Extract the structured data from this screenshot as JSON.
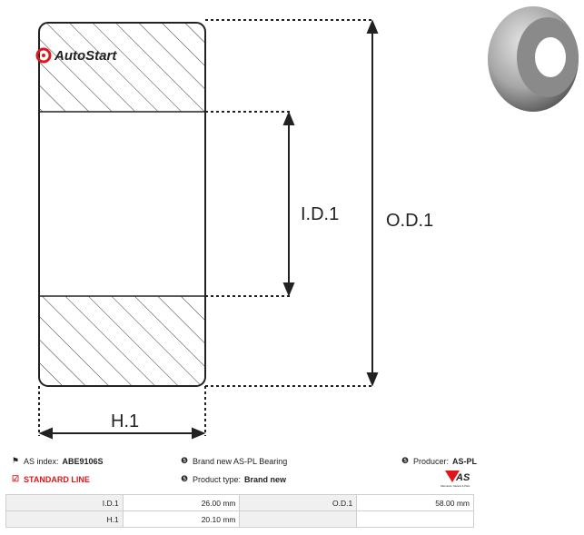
{
  "watermark": "AutoStart",
  "drawing": {
    "id_label": "I.D.1",
    "od_label": "O.D.1",
    "h_label": "H.1"
  },
  "info": {
    "as_index_label": "AS index:",
    "as_index_value": "ABE9106S",
    "standard_line": "STANDARD LINE",
    "description": "Brand new AS-PL Bearing",
    "product_type_label": "Product type:",
    "product_type_value": "Brand new",
    "producer_label": "Producer:",
    "producer_value": "AS-PL"
  },
  "logo": {
    "mark": "AS",
    "tagline": "Alternators, Starters & Parts"
  },
  "specs": {
    "rows": [
      {
        "l1": "I.D.1",
        "v1": "26.00 mm",
        "l2": "O.D.1",
        "v2": "58.00 mm"
      },
      {
        "l1": "H.1",
        "v1": "20.10 mm",
        "l2": "",
        "v2": ""
      }
    ]
  },
  "colors": {
    "accent": "#e0161b",
    "table_header_bg": "#f0f0f0"
  }
}
